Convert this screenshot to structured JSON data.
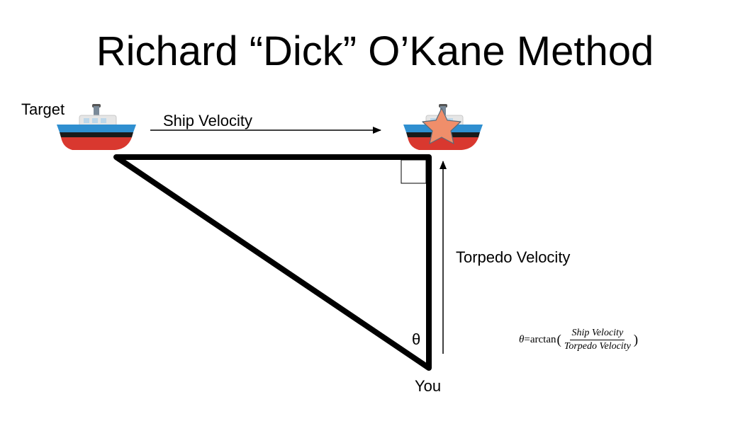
{
  "title": "Richard “Dick” O’Kane Method",
  "labels": {
    "target": "Target",
    "ship_velocity": "Ship Velocity",
    "torpedo_velocity": "Torpedo Velocity",
    "theta": "θ",
    "you": "You"
  },
  "formula": {
    "lhs": "θ",
    "equals": "=",
    "func": "arctan",
    "open_paren": "(",
    "numerator": "Ship Velocity",
    "denominator": "Torpedo Velocity",
    "close_paren": ")"
  },
  "icons": {
    "target_ship": "ship-icon",
    "impact_ship": "ship-icon",
    "impact_marker": "star-icon"
  },
  "colors": {
    "hull_blue": "#2f8fd0",
    "hull_red": "#d9382f",
    "hull_black": "#1a1a1a",
    "cabin": "#e6e6e6",
    "star_fill": "#f08e6a",
    "line": "#000000"
  }
}
